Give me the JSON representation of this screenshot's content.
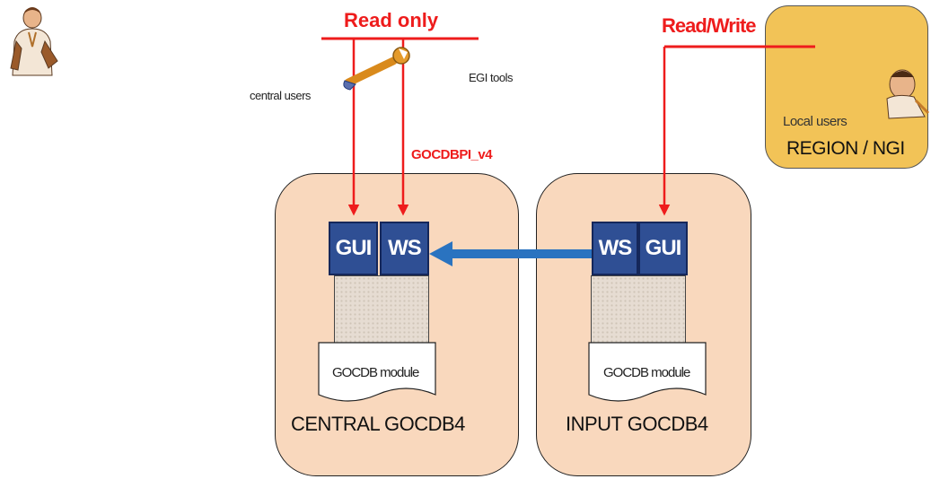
{
  "labels": {
    "read_only": "Read only",
    "read_write": "Read/Write",
    "central_users": "central users",
    "egi_tools": "EGI tools",
    "gocdbpi": "GOCDBPI_v4",
    "local_users": "Local users",
    "region_ngi": "REGION / NGI"
  },
  "central": {
    "title": "CENTRAL GOCDB4",
    "gui": "GUI",
    "ws": "WS",
    "module": "GOCDB module"
  },
  "input": {
    "title": "INPUT GOCDB4",
    "gui": "GUI",
    "ws": "WS",
    "module": "GOCDB module"
  },
  "colors": {
    "red_arrow": "#ee1c1c",
    "blue_arrow": "#2a73c0",
    "box_fill": "#f9d8bd",
    "region_fill": "#f2c357",
    "tile_fill": "#2f4f94"
  }
}
